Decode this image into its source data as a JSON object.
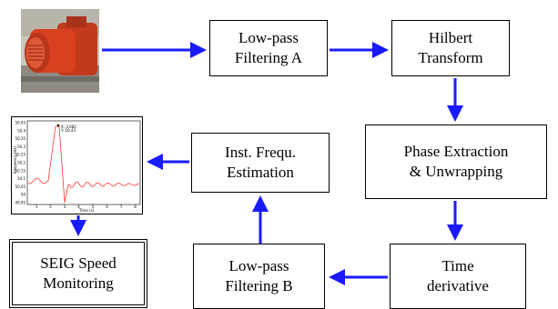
{
  "nodes": {
    "lpf_a": "Low-pass\nFiltering A",
    "hilbert": "Hilbert\nTransform",
    "phase": "Phase Extraction\n& Unwrapping",
    "time_deriv": "Time\nderivative",
    "lpf_b": "Low-pass\nFiltering B",
    "inst_freq": "Inst. Frequ.\nEstimation",
    "seig": "SEIG Speed\nMonitoring"
  },
  "thumbnail": {
    "xlabel": "Time (s)",
    "ylabel": "Frequency (Hz)",
    "annotation": "X: 3.082\nY: 50.43",
    "x_ticks": [
      "1",
      "2",
      "3",
      "4",
      "5",
      "6",
      "7",
      "8"
    ],
    "y_ticks": [
      "50.45",
      "50.4",
      "50.35",
      "50.3",
      "50.25",
      "50.2",
      "50.15",
      "50.1",
      "50.05",
      "50",
      "49.95"
    ]
  },
  "colors": {
    "arrow": "#1a1aff",
    "line": "#ff3333",
    "motor": "#d9401f"
  }
}
